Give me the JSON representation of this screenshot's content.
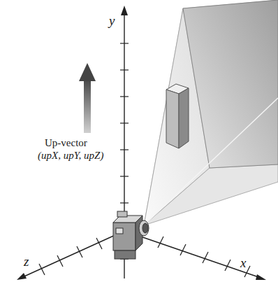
{
  "diagram": {
    "labels": [
      "y",
      "Up-vector",
      "(upX, upY, upZ)",
      "z",
      "x"
    ]
  }
}
